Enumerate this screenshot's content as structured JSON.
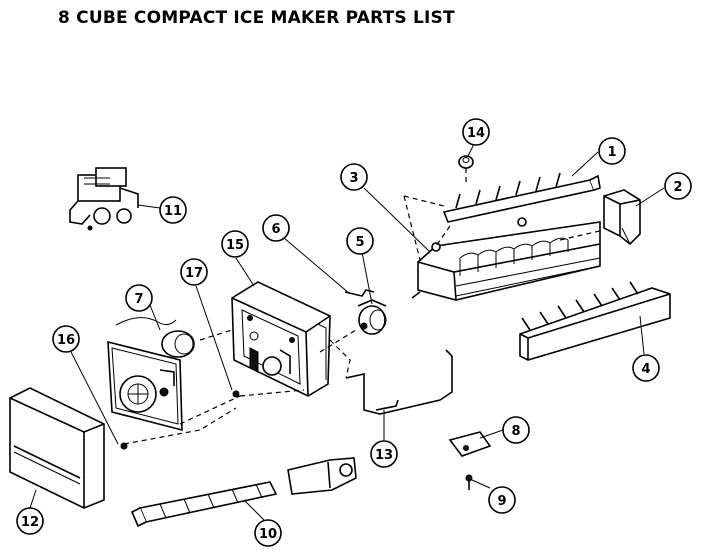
{
  "title": "8 CUBE COMPACT ICE MAKER PARTS LIST",
  "callouts": [
    "1",
    "2",
    "3",
    "4",
    "5",
    "6",
    "7",
    "8",
    "9",
    "10",
    "11",
    "12",
    "13",
    "14",
    "15",
    "16",
    "17"
  ]
}
